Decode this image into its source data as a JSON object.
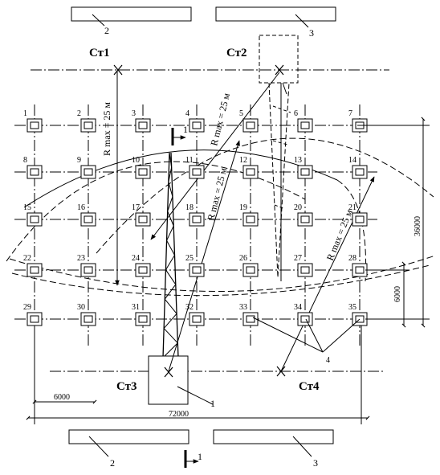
{
  "columns": {
    "numbers": [
      "1",
      "2",
      "3",
      "4",
      "5",
      "6",
      "7",
      "8",
      "9",
      "10",
      "11",
      "12",
      "13",
      "14",
      "15",
      "16",
      "17",
      "18",
      "19",
      "20",
      "21",
      "22",
      "23",
      "24",
      "25",
      "26",
      "27",
      "28",
      "29",
      "30",
      "31",
      "32",
      "33",
      "34",
      "35"
    ]
  },
  "cranes": {
    "st1": "Ст1",
    "st2": "Ст2",
    "st3": "Ст3",
    "st4": "Ст4"
  },
  "radius_labels": [
    "R max = 25 м",
    "R max = 25 м",
    "R max = 25 м",
    "R max = 25 м"
  ],
  "callouts": {
    "top_left": "2",
    "top_right": "3",
    "bottom_left": "2",
    "bottom_right": "3",
    "crane_base": "1",
    "columns_note": "4",
    "section_top": "1",
    "section_bottom": "1"
  },
  "dimensions": {
    "total_width": "72000",
    "bay_width": "6000",
    "total_height": "36000",
    "bay_height": "6000"
  }
}
